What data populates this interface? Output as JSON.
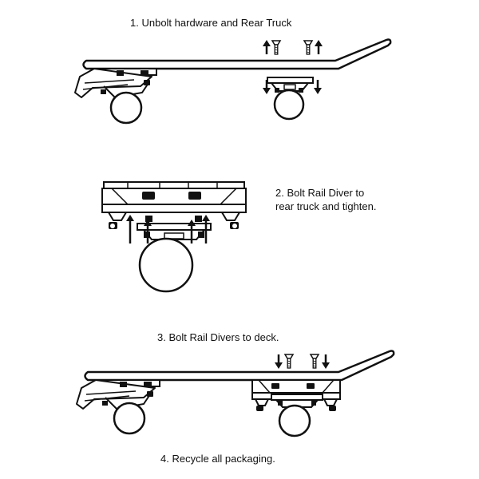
{
  "steps": [
    {
      "number": "1.",
      "text": "Unbolt hardware and Rear Truck"
    },
    {
      "number": "2.",
      "text_line1": "Bolt Rail Diver to",
      "text_line2": "rear truck and tighten."
    },
    {
      "number": "3.",
      "text": "Bolt Rail Divers to deck."
    },
    {
      "number": "4.",
      "text": "Recycle all packaging."
    }
  ],
  "colors": {
    "ink": "#111111",
    "background": "#ffffff",
    "fill": "#ffffff"
  },
  "icons": [
    "up-arrow-icon",
    "down-arrow-icon",
    "screw-icon",
    "wheel-icon",
    "truck-icon",
    "rail-diver-icon",
    "skateboard-deck-icon"
  ]
}
